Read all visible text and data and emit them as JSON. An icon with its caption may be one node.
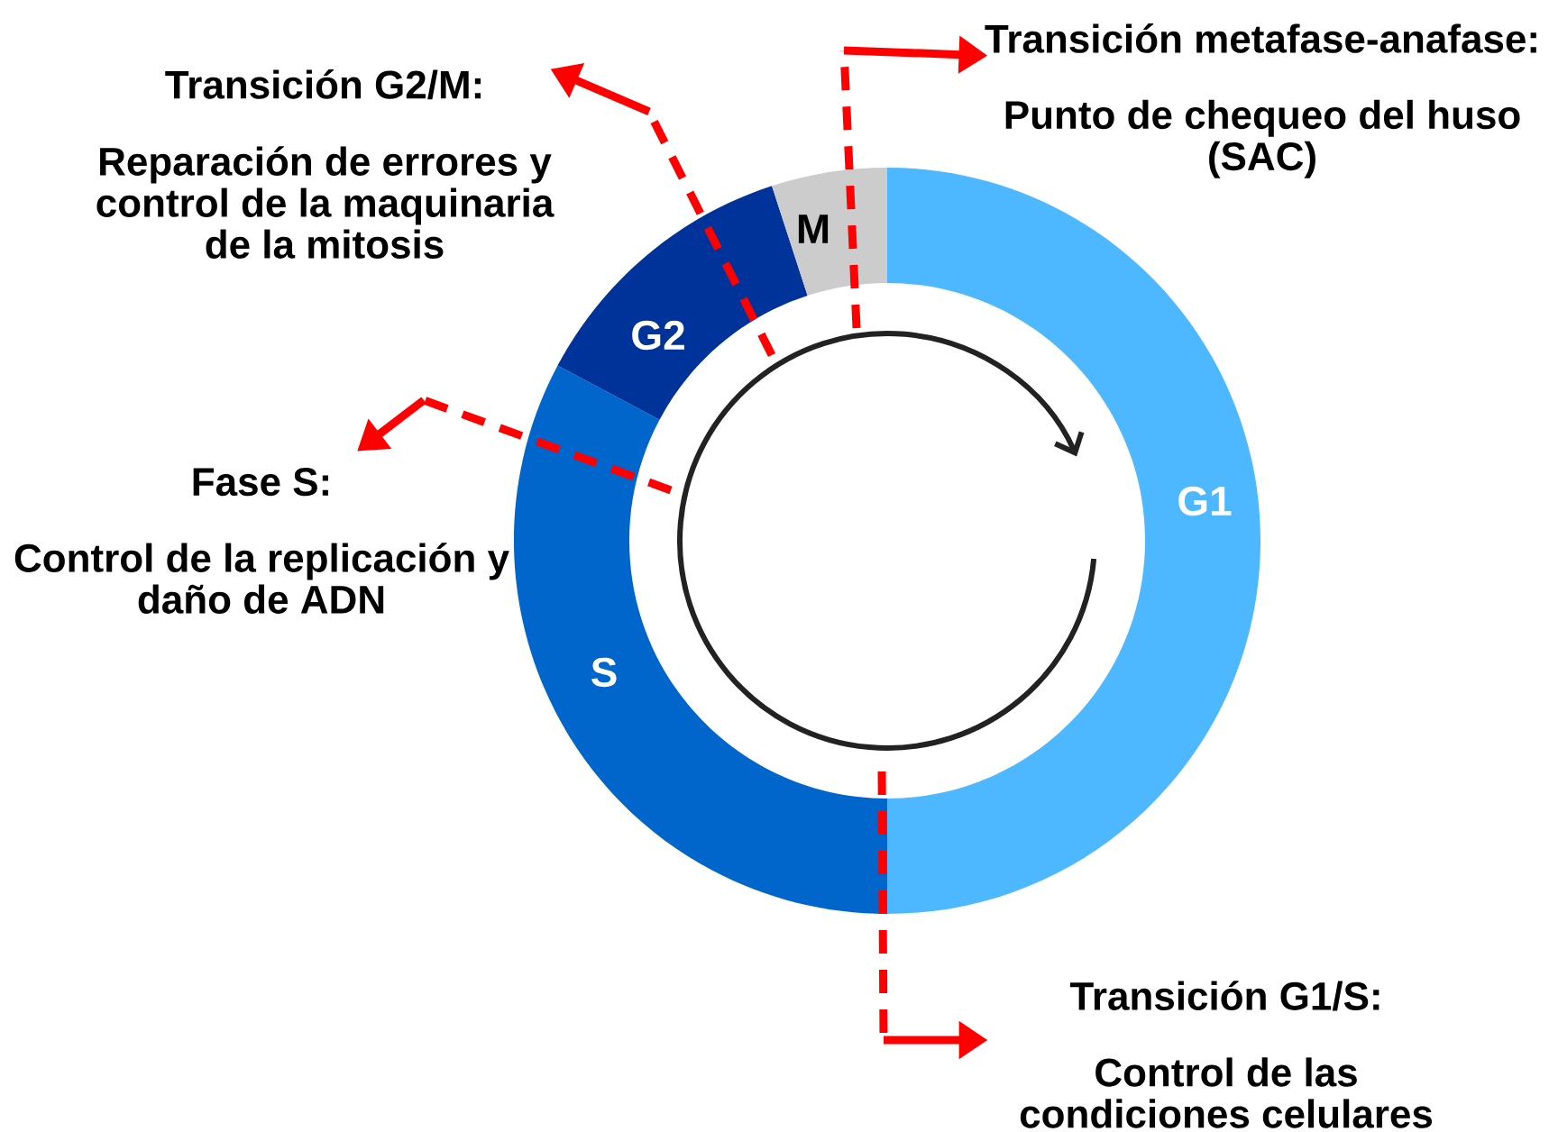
{
  "diagram": {
    "nodes": [
      {
        "text": [
          "G1"
        ]
      },
      {
        "text": [
          "S"
        ]
      },
      {
        "text": [
          "G2"
        ]
      },
      {
        "text": [
          "M"
        ]
      },
      {
        "text": [
          "Transición metafase-anafase:",
          "Punto de chequeo del huso (SAC)"
        ]
      },
      {
        "text": [
          "Transición G2/M:",
          "Reparación de errores y control de la maquinaria de la mitosis"
        ]
      },
      {
        "text": [
          "Fase S:",
          "Control de la replicación y daño de ADN"
        ]
      },
      {
        "text": [
          "Transición G1/S:",
          "Control de las condiciones celulares"
        ]
      }
    ],
    "edges": [
      {
        "from": null,
        "to": 4,
        "arrow": "to"
      },
      {
        "from": null,
        "to": 5,
        "arrow": "to"
      },
      {
        "from": null,
        "to": 6,
        "arrow": "to"
      },
      {
        "from": null,
        "to": 7,
        "arrow": "to"
      }
    ]
  }
}
